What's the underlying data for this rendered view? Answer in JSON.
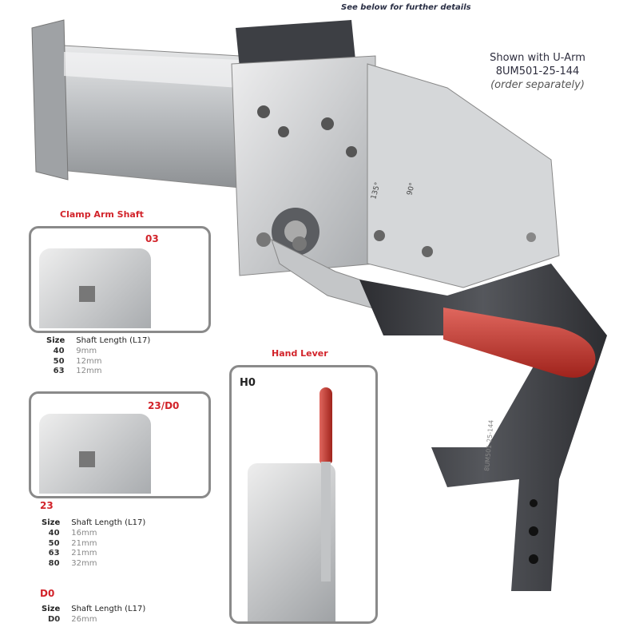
{
  "header": {
    "note": "See below for further details"
  },
  "callout": {
    "line1": "Shown with U-Arm",
    "part_number": "8UM501-25-144",
    "line3": "(order separately)"
  },
  "clamp_arm_shaft": {
    "title": "Clamp Arm Shaft",
    "option_03": {
      "code": "03",
      "headers": [
        "Size",
        "Shaft Length (L17)"
      ],
      "rows": [
        {
          "size": "40",
          "length": "9mm"
        },
        {
          "size": "50",
          "length": "12mm"
        },
        {
          "size": "63",
          "length": "12mm"
        }
      ]
    },
    "option_23_d0": {
      "code": "23/D0",
      "group_23": {
        "title": "23",
        "headers": [
          "Size",
          "Shaft Length (L17)"
        ],
        "rows": [
          {
            "size": "40",
            "length": "16mm"
          },
          {
            "size": "50",
            "length": "21mm"
          },
          {
            "size": "63",
            "length": "21mm"
          },
          {
            "size": "80",
            "length": "32mm"
          }
        ]
      },
      "group_d0": {
        "title": "D0",
        "headers": [
          "Size",
          "Shaft Length (L17)"
        ],
        "rows": [
          {
            "size": "D0",
            "length": "26mm"
          }
        ]
      }
    }
  },
  "hand_lever": {
    "title": "Hand Lever",
    "code": "H0"
  },
  "product_marks": {
    "angle_135": "135°",
    "angle_90": "90°",
    "arm_engraving": "8UM501-25-144"
  },
  "colors": {
    "accent_red": "#d2232a",
    "steel": "#c8cacc",
    "dark_arm": "#3a3b3f",
    "handle_red": "#c0392b"
  }
}
